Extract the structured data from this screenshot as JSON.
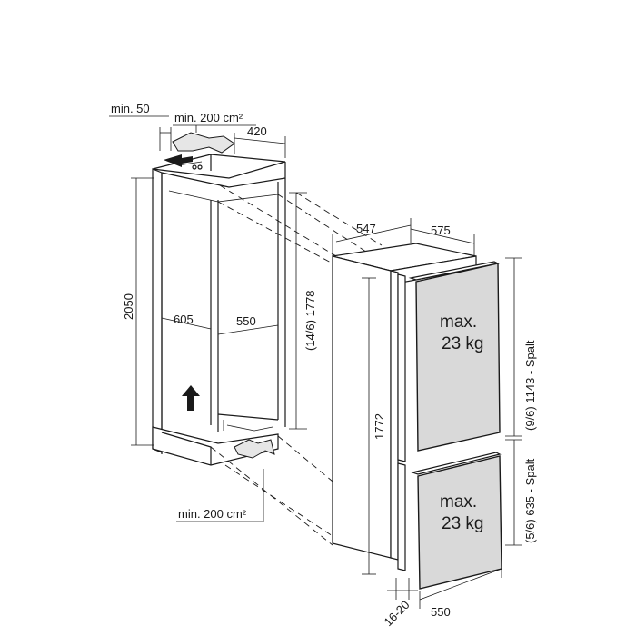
{
  "labels": {
    "min50": "min. 50",
    "vent_top": "min. 200 cm²",
    "vent_bottom": "min. 200 cm²",
    "depth_top": "420",
    "niche_height": "2050",
    "niche_width": "605",
    "niche_depth": "550",
    "niche_inner_height": "(14/6) 1778",
    "appliance_depth": "547",
    "appliance_width": "575",
    "appliance_height": "1772",
    "door_upper_gap": "(9/6) 1143 - Spalt",
    "door_lower_gap": "(5/6) 635 - Spalt",
    "plinth": "16-20",
    "door_width": "550",
    "upper_load_line1": "max.",
    "upper_load_line2": "23 kg",
    "lower_load_line1": "max.",
    "lower_load_line2": "23 kg"
  },
  "colors": {
    "line": "#1a1a1a",
    "door_panel": "#d9d9d9",
    "background": "#ffffff"
  },
  "icons": [
    "airflow-arrow-icon",
    "up-arrow-icon"
  ]
}
